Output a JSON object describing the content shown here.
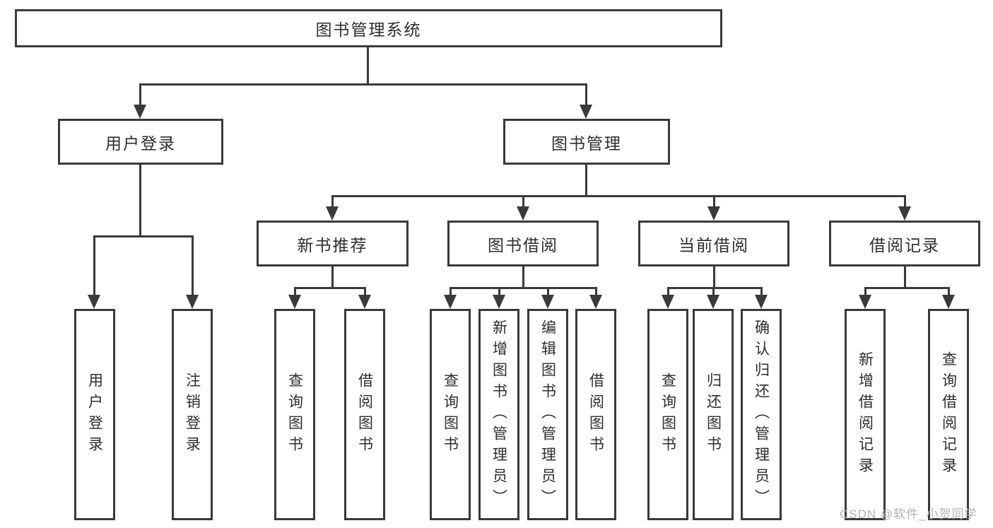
{
  "diagram": {
    "type": "hierarchy-tree",
    "root": {
      "label": "图书管理系统"
    },
    "level1": [
      {
        "label": "用户登录"
      },
      {
        "label": "图书管理"
      }
    ],
    "level2": [
      {
        "label": "新书推荐"
      },
      {
        "label": "图书借阅"
      },
      {
        "label": "当前借阅"
      },
      {
        "label": "借阅记录"
      }
    ],
    "leaves": {
      "login": [
        "用户登录",
        "注销登录"
      ],
      "recommend": [
        "查询图书",
        "借阅图书"
      ],
      "borrow": [
        "查询图书",
        "新增图书（管理员）",
        "编辑图书（管理员）",
        "借阅图书"
      ],
      "current": [
        "查询图书",
        "归还图书",
        "确认归还（管理员）"
      ],
      "records": [
        "新增借阅记录",
        "查询借阅记录"
      ]
    }
  },
  "watermark": "CSDN @软件_小贺同学",
  "colors": {
    "line": "#3a3a3a",
    "text": "#2e2e2e",
    "background": "#ffffff",
    "watermark": "#b3b3b3"
  }
}
